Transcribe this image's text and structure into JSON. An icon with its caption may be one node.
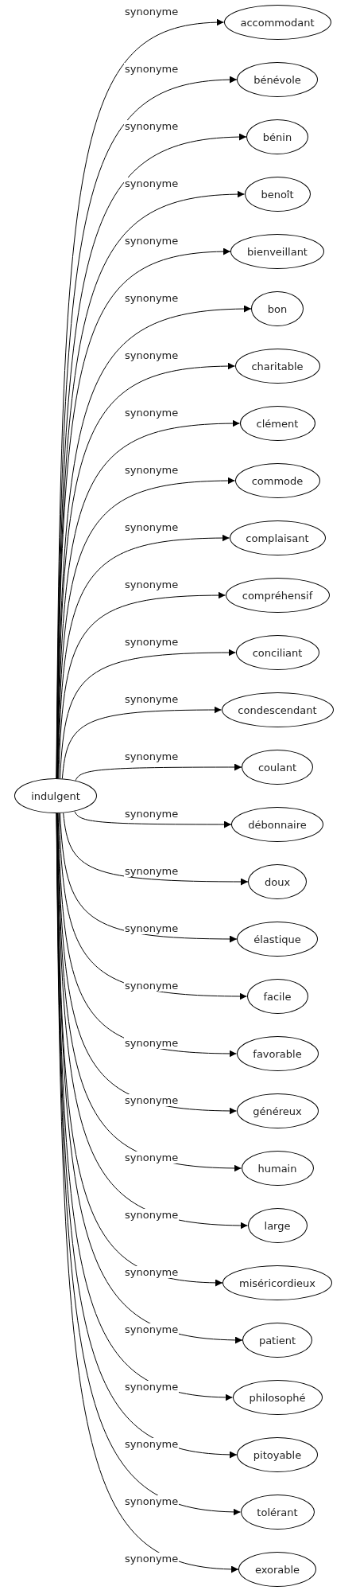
{
  "diagram": {
    "nodes": [
      {
        "text": [
          "indulgent"
        ]
      },
      {
        "text": [
          "accommodant"
        ]
      },
      {
        "text": [
          "bénévole"
        ]
      },
      {
        "text": [
          "bénin"
        ]
      },
      {
        "text": [
          "benoît"
        ]
      },
      {
        "text": [
          "bienveillant"
        ]
      },
      {
        "text": [
          "bon"
        ]
      },
      {
        "text": [
          "charitable"
        ]
      },
      {
        "text": [
          "clément"
        ]
      },
      {
        "text": [
          "commode"
        ]
      },
      {
        "text": [
          "complaisant"
        ]
      },
      {
        "text": [
          "compréhensif"
        ]
      },
      {
        "text": [
          "conciliant"
        ]
      },
      {
        "text": [
          "condescendant"
        ]
      },
      {
        "text": [
          "coulant"
        ]
      },
      {
        "text": [
          "débonnaire"
        ]
      },
      {
        "text": [
          "doux"
        ]
      },
      {
        "text": [
          "élastique"
        ]
      },
      {
        "text": [
          "facile"
        ]
      },
      {
        "text": [
          "favorable"
        ]
      },
      {
        "text": [
          "généreux"
        ]
      },
      {
        "text": [
          "humain"
        ]
      },
      {
        "text": [
          "large"
        ]
      },
      {
        "text": [
          "miséricordieux"
        ]
      },
      {
        "text": [
          "patient"
        ]
      },
      {
        "text": [
          "philosophé"
        ]
      },
      {
        "text": [
          "pitoyable"
        ]
      },
      {
        "text": [
          "tolérant"
        ]
      },
      {
        "text": [
          "exorable"
        ]
      }
    ],
    "edges": [
      {
        "from": 0,
        "to": 1,
        "arrow": "to",
        "label": "synonyme"
      },
      {
        "from": 0,
        "to": 2,
        "arrow": "to",
        "label": "synonyme"
      },
      {
        "from": 0,
        "to": 3,
        "arrow": "to",
        "label": "synonyme"
      },
      {
        "from": 0,
        "to": 4,
        "arrow": "to",
        "label": "synonyme"
      },
      {
        "from": 0,
        "to": 5,
        "arrow": "to",
        "label": "synonyme"
      },
      {
        "from": 0,
        "to": 6,
        "arrow": "to",
        "label": "synonyme"
      },
      {
        "from": 0,
        "to": 7,
        "arrow": "to",
        "label": "synonyme"
      },
      {
        "from": 0,
        "to": 8,
        "arrow": "to",
        "label": "synonyme"
      },
      {
        "from": 0,
        "to": 9,
        "arrow": "to",
        "label": "synonyme"
      },
      {
        "from": 0,
        "to": 10,
        "arrow": "to",
        "label": "synonyme"
      },
      {
        "from": 0,
        "to": 11,
        "arrow": "to",
        "label": "synonyme"
      },
      {
        "from": 0,
        "to": 12,
        "arrow": "to",
        "label": "synonyme"
      },
      {
        "from": 0,
        "to": 13,
        "arrow": "to",
        "label": "synonyme"
      },
      {
        "from": 0,
        "to": 14,
        "arrow": "to",
        "label": "synonyme"
      },
      {
        "from": 0,
        "to": 15,
        "arrow": "to",
        "label": "synonyme"
      },
      {
        "from": 0,
        "to": 16,
        "arrow": "to",
        "label": "synonyme"
      },
      {
        "from": 0,
        "to": 17,
        "arrow": "to",
        "label": "synonyme"
      },
      {
        "from": 0,
        "to": 18,
        "arrow": "to",
        "label": "synonyme"
      },
      {
        "from": 0,
        "to": 19,
        "arrow": "to",
        "label": "synonyme"
      },
      {
        "from": 0,
        "to": 20,
        "arrow": "to",
        "label": "synonyme"
      },
      {
        "from": 0,
        "to": 21,
        "arrow": "to",
        "label": "synonyme"
      },
      {
        "from": 0,
        "to": 22,
        "arrow": "to",
        "label": "synonyme"
      },
      {
        "from": 0,
        "to": 23,
        "arrow": "to",
        "label": "synonyme"
      },
      {
        "from": 0,
        "to": 24,
        "arrow": "to",
        "label": "synonyme"
      },
      {
        "from": 0,
        "to": 25,
        "arrow": "to",
        "label": "synonyme"
      },
      {
        "from": 0,
        "to": 26,
        "arrow": "to",
        "label": "synonyme"
      },
      {
        "from": 0,
        "to": 27,
        "arrow": "to",
        "label": "synonyme"
      },
      {
        "from": 0,
        "to": 28,
        "arrow": "to",
        "label": "synonyme"
      }
    ]
  }
}
